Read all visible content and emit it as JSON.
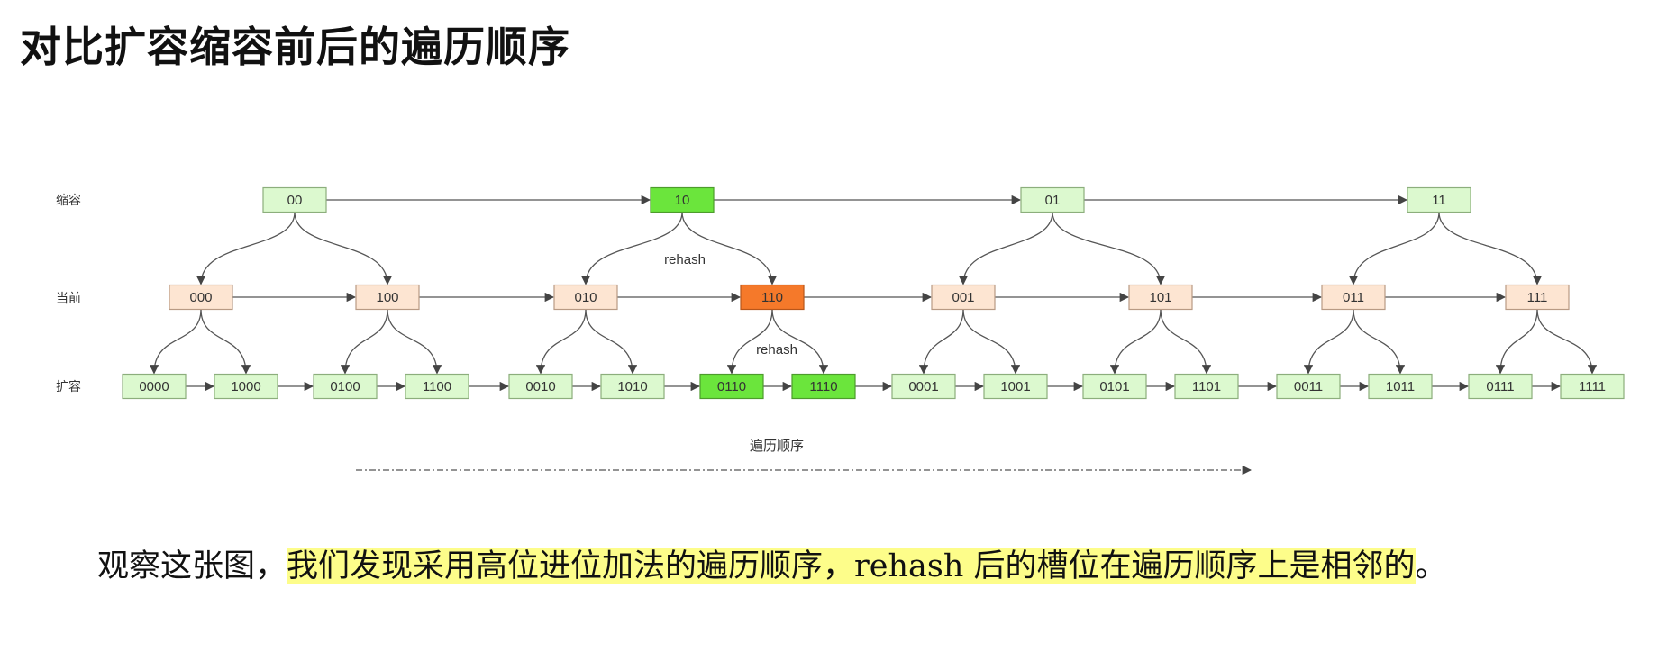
{
  "title": "对比扩容缩容前后的遍历顺序",
  "colors": {
    "light_green": "#dcf9cf",
    "light_green_border": "#8cae7c",
    "bright_green": "#6be53c",
    "bright_green_border": "#4d9c2c",
    "peach": "#fde5d2",
    "peach_border": "#b89a84",
    "orange": "#f5792a",
    "orange_border": "#b8561a",
    "highlight": "#fdfd8a"
  },
  "rows": [
    {
      "label": "缩容",
      "nodes": [
        "00",
        "10",
        "01",
        "11"
      ],
      "highlight_index": 1
    },
    {
      "label": "当前",
      "nodes": [
        "000",
        "100",
        "010",
        "110",
        "001",
        "101",
        "011",
        "111"
      ],
      "highlight_index": 3
    },
    {
      "label": "扩容",
      "nodes": [
        "0000",
        "1000",
        "0100",
        "1100",
        "0010",
        "1010",
        "0110",
        "1110",
        "0001",
        "1001",
        "0101",
        "1101",
        "0011",
        "1011",
        "0111",
        "1111"
      ],
      "highlight_indices": [
        6,
        7
      ]
    }
  ],
  "annotations": {
    "rehash_upper": "rehash",
    "rehash_lower": "rehash",
    "traversal_order": "遍历顺序"
  },
  "caption": {
    "plain_start": "观察这张图，",
    "highlight": "我们发现采用高位进位加法的遍历顺序，rehash  后的槽位在遍历顺序上是相邻的",
    "plain_end": "。"
  }
}
